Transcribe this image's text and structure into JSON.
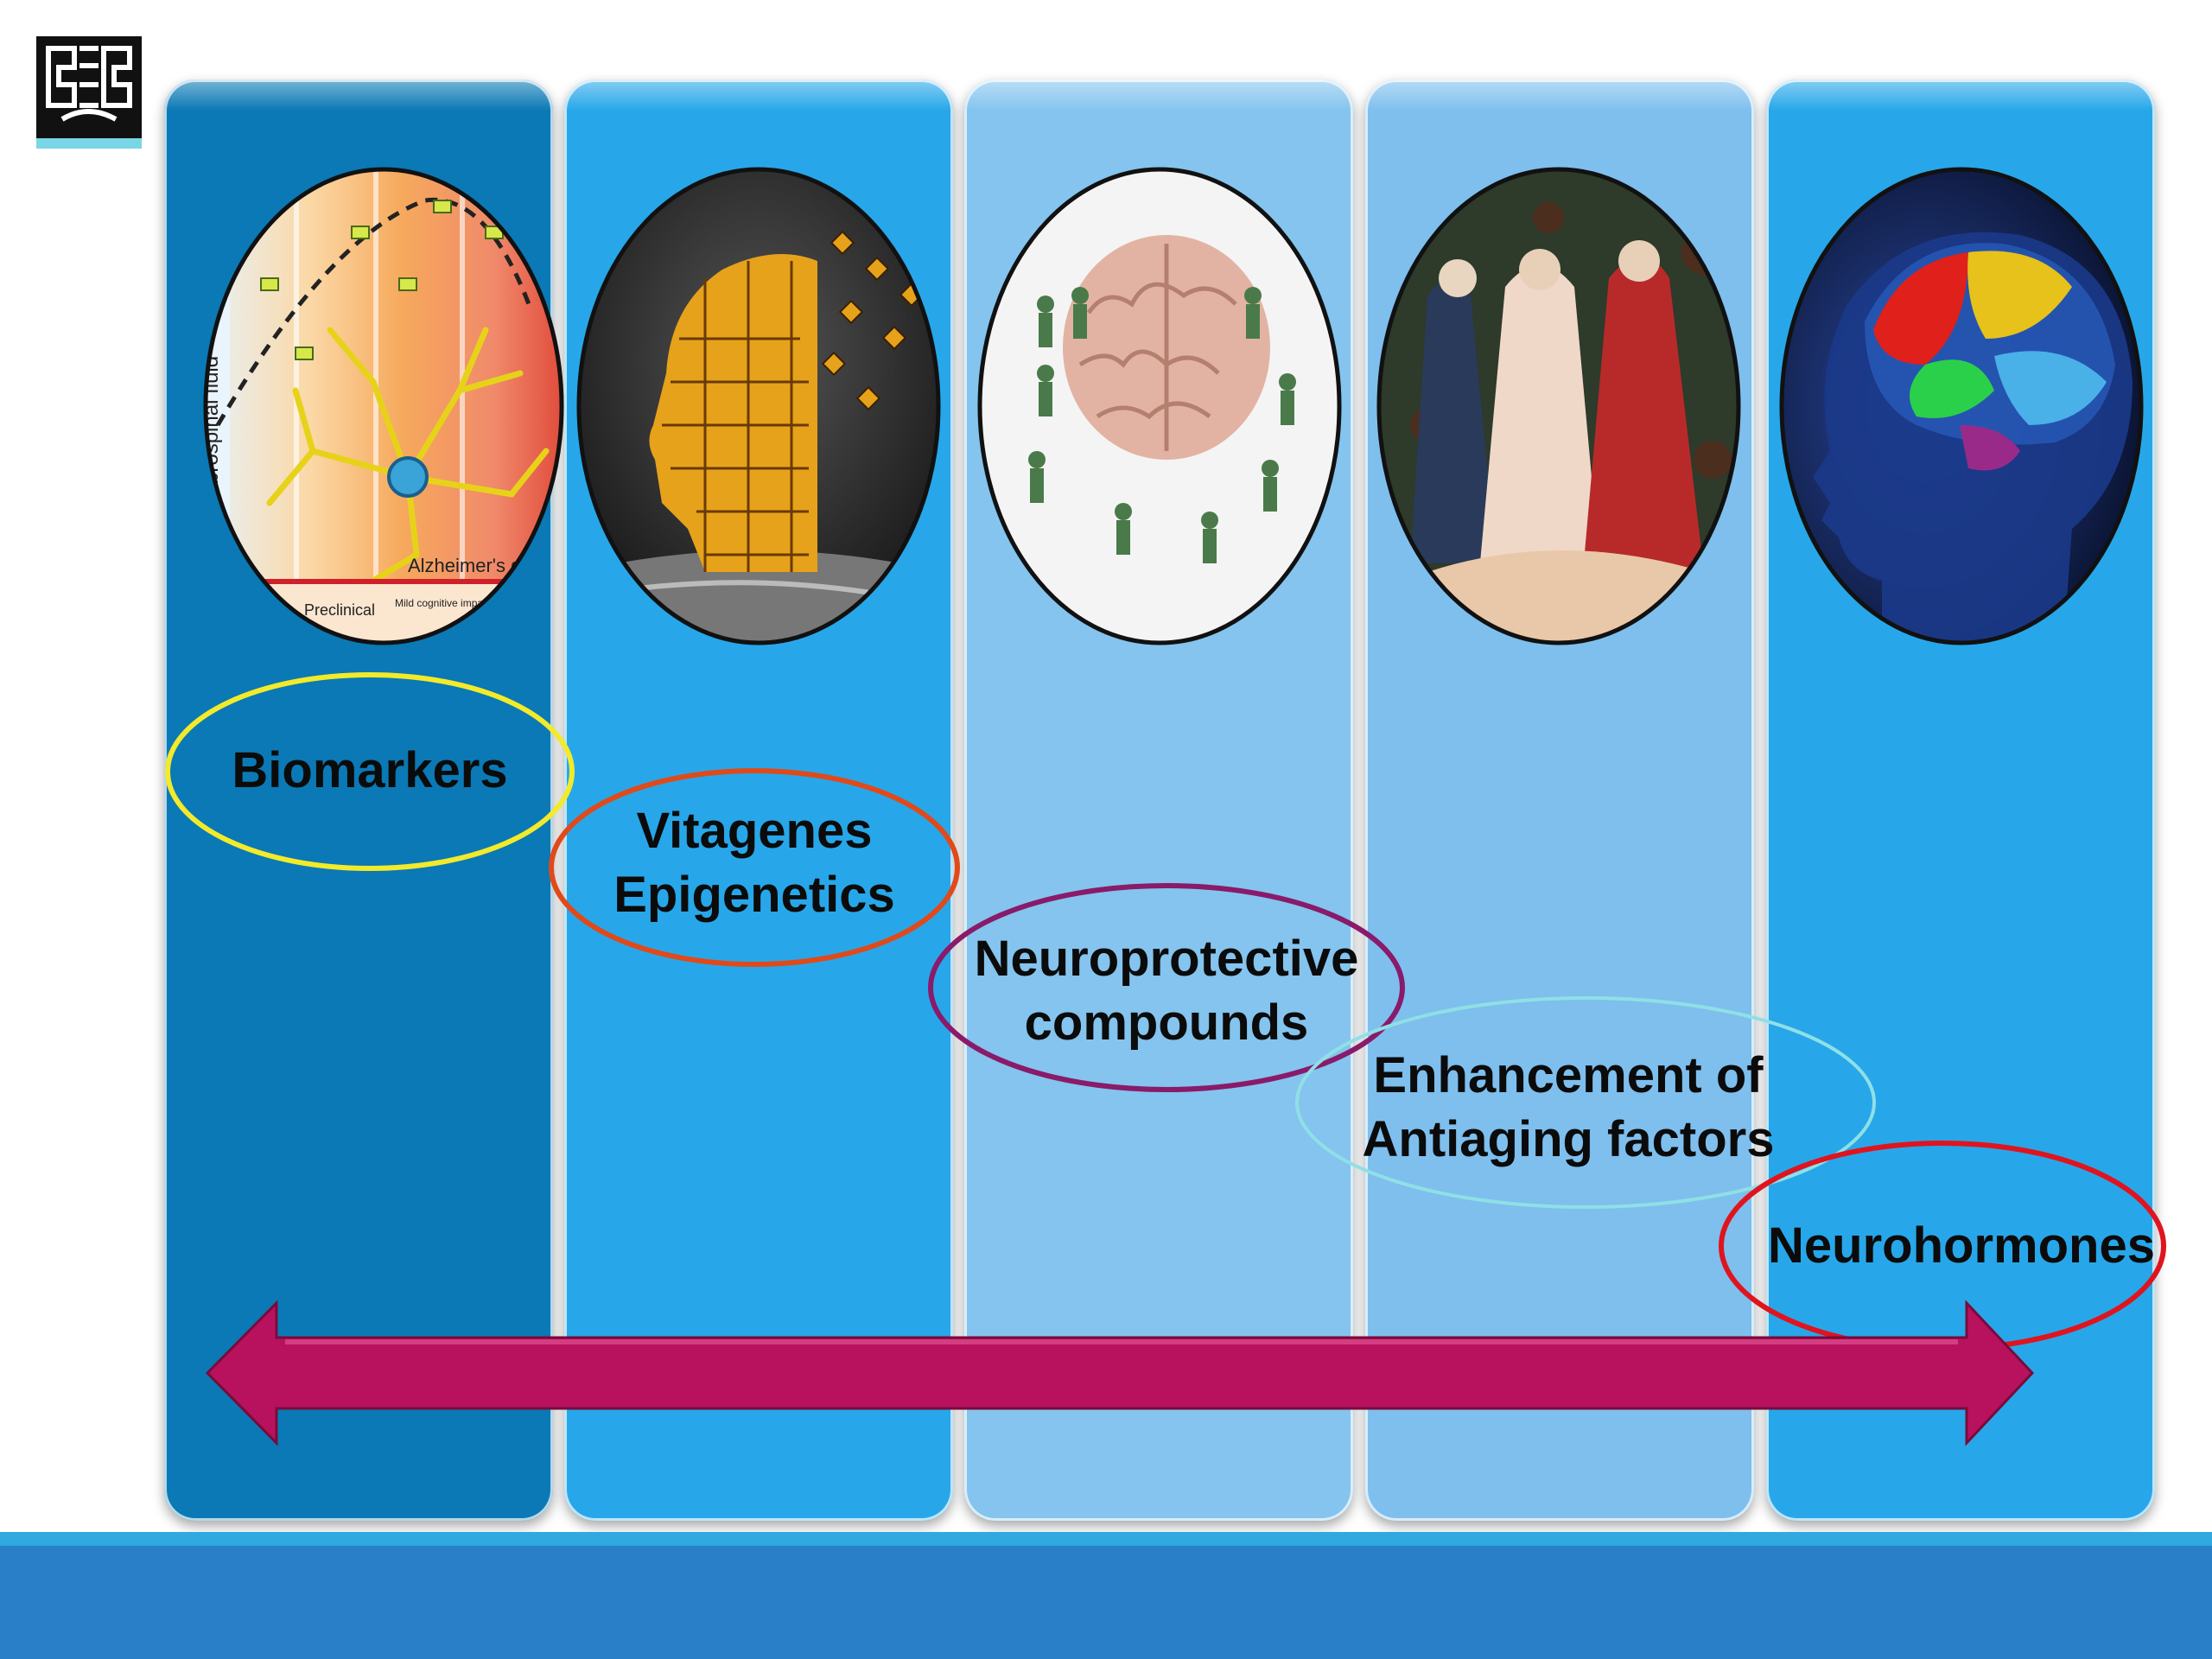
{
  "stages": [
    {
      "label": "Biomarkers",
      "ring_color": "#f2ea2a"
    },
    {
      "label": "Vitagenes\nEpigenetics",
      "ring_color": "#e04a1a"
    },
    {
      "label": "Neuroprotective\ncompounds",
      "ring_color": "#8a1a6a"
    },
    {
      "label": "Enhancement of\nAntiaging factors",
      "ring_color": "#8fe0e6"
    },
    {
      "label": "Neurohormones",
      "ring_color": "#e0141e"
    }
  ],
  "thumbnail_1": {
    "label": "Alzheimer's disease",
    "axis_label": "Cerebrospinal fluid",
    "stage_labels": [
      "Preclinical",
      "Mild cognitive impairment"
    ]
  },
  "arrow_color": "#b8125e",
  "footer_color": "#2a80c8"
}
